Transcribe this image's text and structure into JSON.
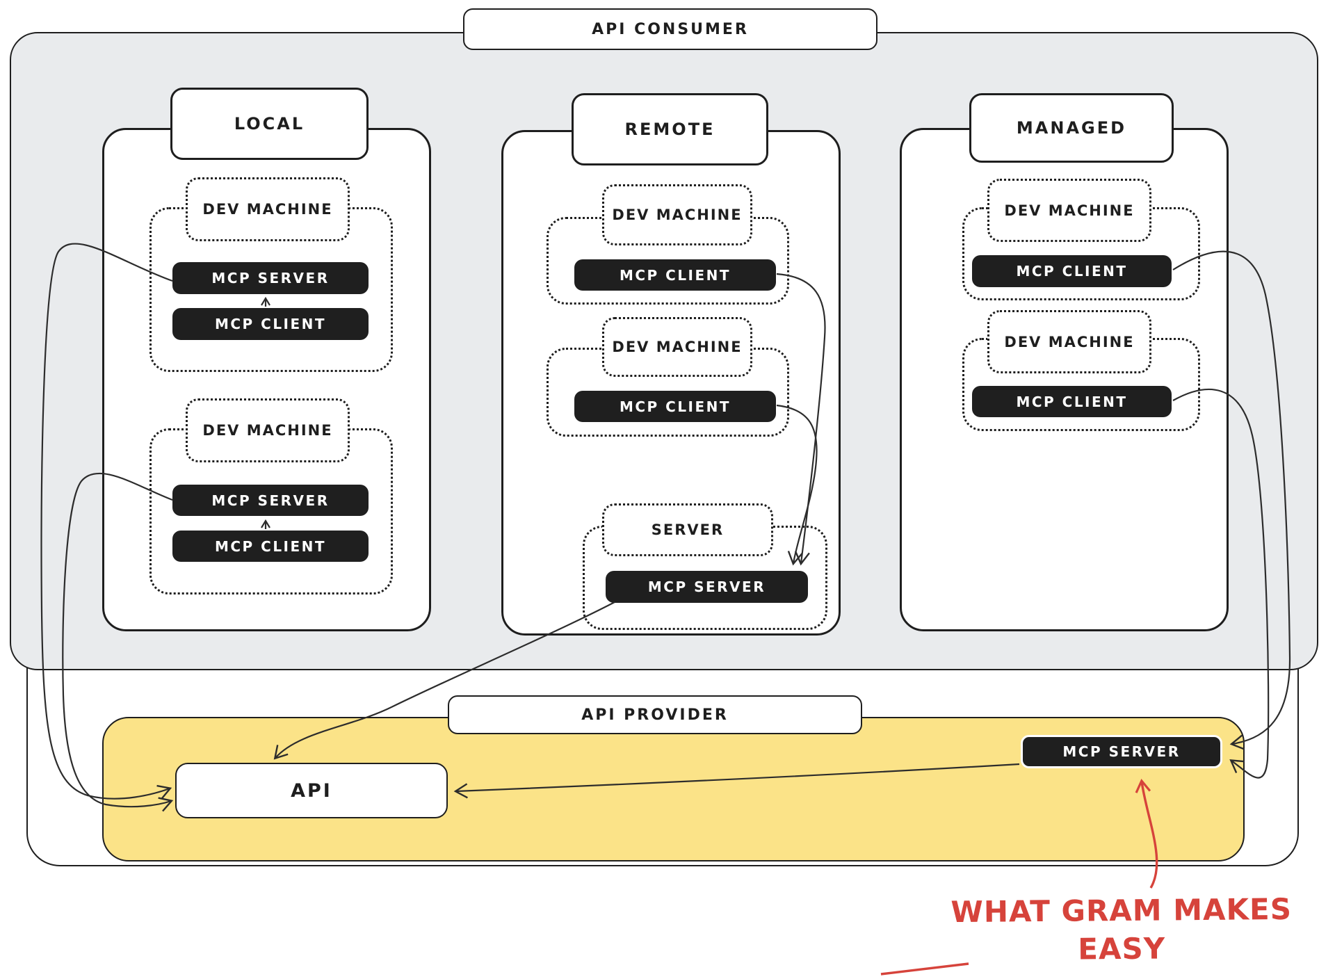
{
  "consumer": {
    "label": "API CONSUMER",
    "columns": [
      {
        "title": "LOCAL",
        "groups": [
          {
            "label": "DEV MACHINE",
            "pills": [
              "MCP SERVER",
              "MCP CLIENT"
            ]
          },
          {
            "label": "DEV MACHINE",
            "pills": [
              "MCP SERVER",
              "MCP CLIENT"
            ]
          }
        ]
      },
      {
        "title": "REMOTE",
        "groups": [
          {
            "label": "DEV MACHINE",
            "pills": [
              "MCP CLIENT"
            ]
          },
          {
            "label": "DEV MACHINE",
            "pills": [
              "MCP CLIENT"
            ]
          },
          {
            "label": "SERVER",
            "pills": [
              "MCP SERVER"
            ]
          }
        ]
      },
      {
        "title": "MANAGED",
        "groups": [
          {
            "label": "DEV MACHINE",
            "pills": [
              "MCP CLIENT"
            ]
          },
          {
            "label": "DEV MACHINE",
            "pills": [
              "MCP CLIENT"
            ]
          }
        ]
      }
    ]
  },
  "provider": {
    "label": "API PROVIDER",
    "api_label": "API",
    "mcp_server_label": "MCP SERVER"
  },
  "annotation": {
    "line1": "WHAT GRAM MAKES",
    "line2": "EASY"
  },
  "colors": {
    "consumer_bg": "#e9ebed",
    "provider_bg": "#fbe388",
    "pill_bg": "#1f1f1f",
    "stroke": "#1e1e1e",
    "annotation_red": "#d6433b"
  }
}
